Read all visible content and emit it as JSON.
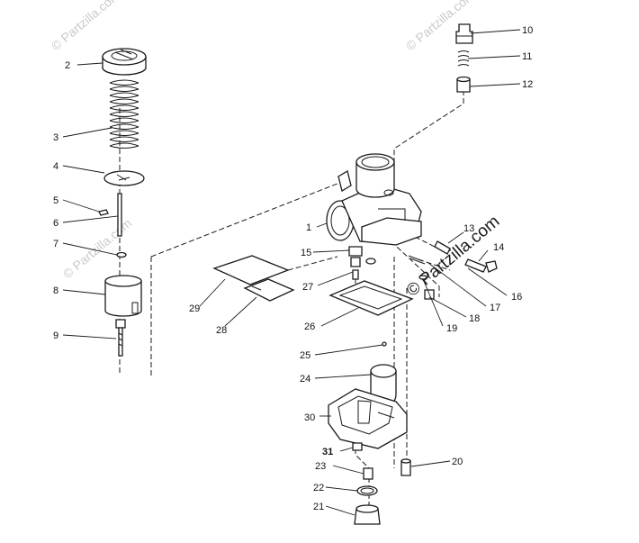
{
  "watermark": {
    "small": "© Partzilla.com",
    "main": "© Partzilla.com"
  },
  "callouts": [
    "1",
    "2",
    "3",
    "4",
    "5",
    "6",
    "7",
    "8",
    "9",
    "10",
    "11",
    "12",
    "13",
    "14",
    "15",
    "16",
    "17",
    "18",
    "19",
    "20",
    "21",
    "22",
    "23",
    "24",
    "25",
    "26",
    "27",
    "28",
    "29",
    "30",
    "31"
  ]
}
